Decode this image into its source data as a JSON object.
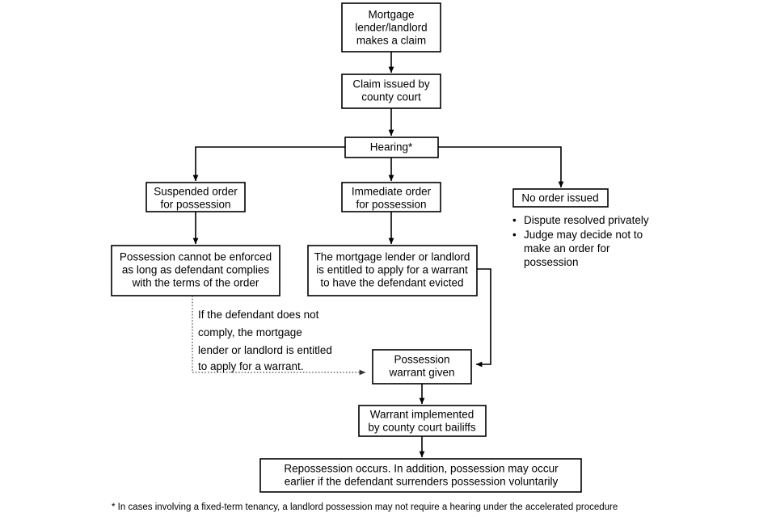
{
  "diagram": {
    "title": "Mortgage and landlord possession flowchart",
    "background_color": "#ffffff",
    "line_color": "#000000",
    "dotted_line_color": "#555555",
    "nodes": {
      "claim_start": {
        "lines": [
          "Mortgage",
          "lender/landlord",
          "makes a claim"
        ]
      },
      "claim_issued": {
        "lines": [
          "Claim issued by",
          "county court"
        ]
      },
      "hearing": {
        "lines": [
          "Hearing*"
        ]
      },
      "suspended_order": {
        "lines": [
          "Suspended order",
          "for possession"
        ]
      },
      "immediate_order": {
        "lines": [
          "Immediate order",
          "for possession"
        ]
      },
      "no_order": {
        "lines": [
          "No order issued"
        ]
      },
      "possession_not_enforced": {
        "lines": [
          "Possession cannot be enforced",
          "as long as defendant complies",
          "with the terms of the order"
        ]
      },
      "entitled_warrant": {
        "lines": [
          "The mortgage lender or landlord",
          "is entitled to apply for a warrant",
          "to have the defendant evicted"
        ]
      },
      "warrant_given": {
        "lines": [
          "Possession",
          "warrant given"
        ]
      },
      "warrant_implemented": {
        "lines": [
          "Warrant implemented",
          "by county court bailiffs"
        ]
      },
      "repossession": {
        "lines": [
          "Repossession occurs. In addition, possession may occur",
          "earlier if the defendant surrenders possession voluntarily"
        ]
      }
    },
    "no_order_bullets": [
      {
        "bullet": "•",
        "lines": [
          "Dispute resolved privately"
        ]
      },
      {
        "bullet": "•",
        "lines": [
          "Judge may decide not to",
          "make an order for",
          "possession"
        ]
      }
    ],
    "dotted_note": {
      "lines": [
        "If the defendant does not",
        "comply, the mortgage",
        "lender or landlord is entitled",
        "to apply for a warrant."
      ]
    },
    "footnote": {
      "text": "* In cases involving a fixed-term tenancy, a landlord possession may not require a hearing under the accelerated procedure"
    }
  }
}
